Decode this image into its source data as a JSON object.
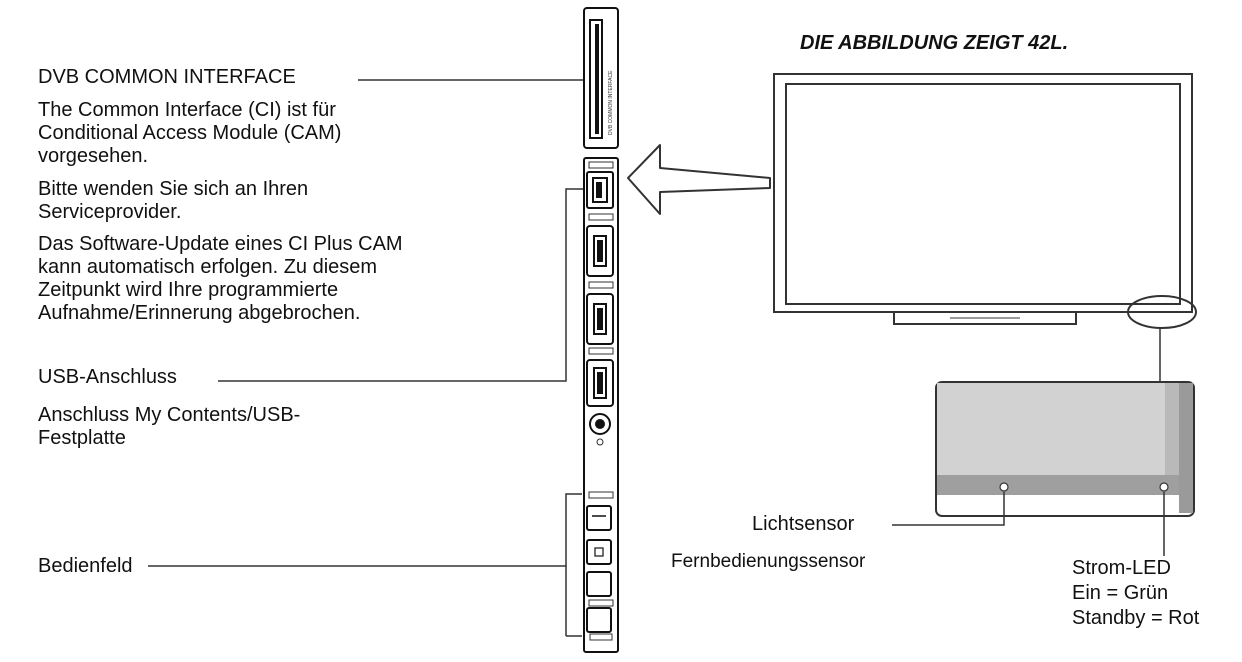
{
  "caption": "DIE ABBILDUNG ZEIGT 42L.",
  "left_labels": {
    "dvb_title": "DVB COMMON INTERFACE",
    "dvb_desc": [
      "The Common Interface (CI) ist für",
      "Conditional Access Module (CAM)",
      "vorgesehen.",
      "Bitte wenden Sie sich an Ihren",
      "Serviceprovider.",
      "Das Software-Update eines CI Plus CAM",
      "kann automatisch erfolgen. Zu diesem",
      "Zeitpunkt wird Ihre programmierte",
      "Aufnahme/Erinnerung abgebrochen."
    ],
    "usb_title": "USB-Anschluss",
    "usb_desc": [
      "Anschluss My Contents/USB-",
      "Festplatte"
    ],
    "panel": "Bedienfeld"
  },
  "right_labels": {
    "light_sensor": "Lichtsensor",
    "remote_sensor": "Fernbedienungssensor",
    "power_led": [
      "Strom-LED",
      "Ein = Grün",
      "Standby = Rot"
    ]
  },
  "slot_label": "DVB COMMON INTERFACE"
}
